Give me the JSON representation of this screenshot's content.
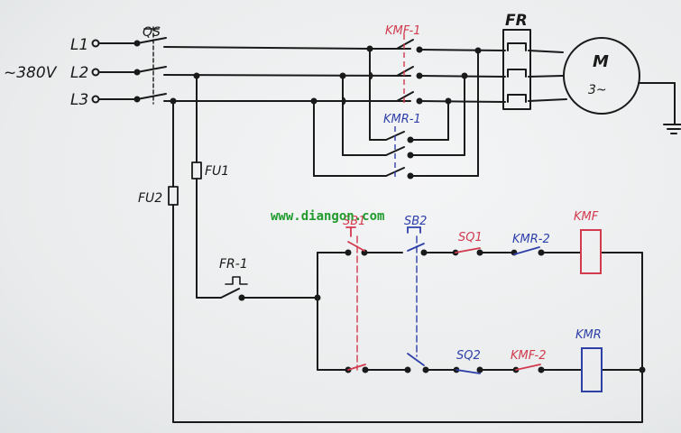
{
  "supply": {
    "voltage": "~380V",
    "lines": [
      "L1",
      "L2",
      "L3"
    ]
  },
  "labels": {
    "qs": "QS",
    "kmf1": "KMF-1",
    "kmr1": "KMR-1",
    "fr": "FR",
    "motor_m": "M",
    "motor_phase": "3~",
    "fu1": "FU1",
    "fu2": "FU2",
    "fr1": "FR-1",
    "sb1": "SB1",
    "sb2": "SB2",
    "sq1": "SQ1",
    "sq2": "SQ2",
    "kmr2": "KMR-2",
    "kmf2": "KMF-2",
    "kmf_coil": "KMF",
    "kmr_coil": "KMR"
  },
  "watermark": "www.diangon.com",
  "colors": {
    "ink": "#1a1a1a",
    "red": "#d23a4e",
    "blue": "#2e3fa8",
    "watermark": "#1f9a2c"
  }
}
